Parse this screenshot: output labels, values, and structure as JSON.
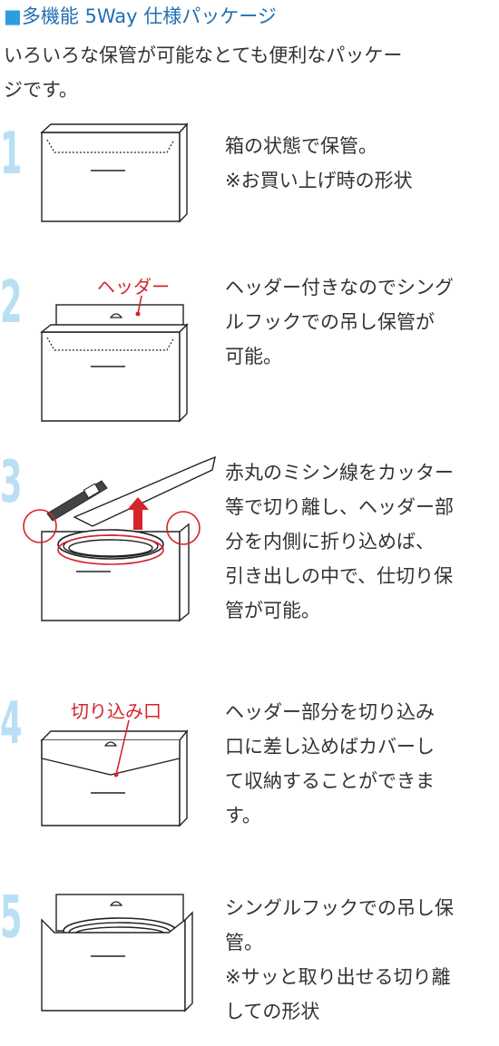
{
  "heading": {
    "square": "■",
    "text": "多機能 5Way 仕様パッケージ"
  },
  "intro": [
    "いろいろな保管が可能なとても便利なパッケー",
    "ジです。"
  ],
  "colors": {
    "accent_blue": "#1f6fb5",
    "number_blue": "#b9dff4",
    "red": "#d5232b"
  },
  "steps": [
    {
      "num": "1",
      "lines": [
        "箱の状態で保管。",
        "※お買い上げ時の形状"
      ]
    },
    {
      "num": "2",
      "label": "ヘッダー",
      "lines": [
        "ヘッダー付きなのでシング",
        "ルフックでの吊し保管が",
        "可能。"
      ]
    },
    {
      "num": "3",
      "lines": [
        "赤丸のミシン線をカッター",
        "等で切り離し、ヘッダー部",
        "分を内側に折り込めば、",
        "引き出しの中で、仕切り保",
        "管が可能。"
      ]
    },
    {
      "num": "4",
      "label": "切り込み口",
      "lines": [
        "ヘッダー部分を切り込み",
        "口に差し込めばカバーし",
        "て収納することができま",
        "す。"
      ]
    },
    {
      "num": "5",
      "lines": [
        "シングルフックでの吊し保",
        "管。",
        "※サッと取り出せる切り離",
        "しての形状"
      ]
    }
  ]
}
